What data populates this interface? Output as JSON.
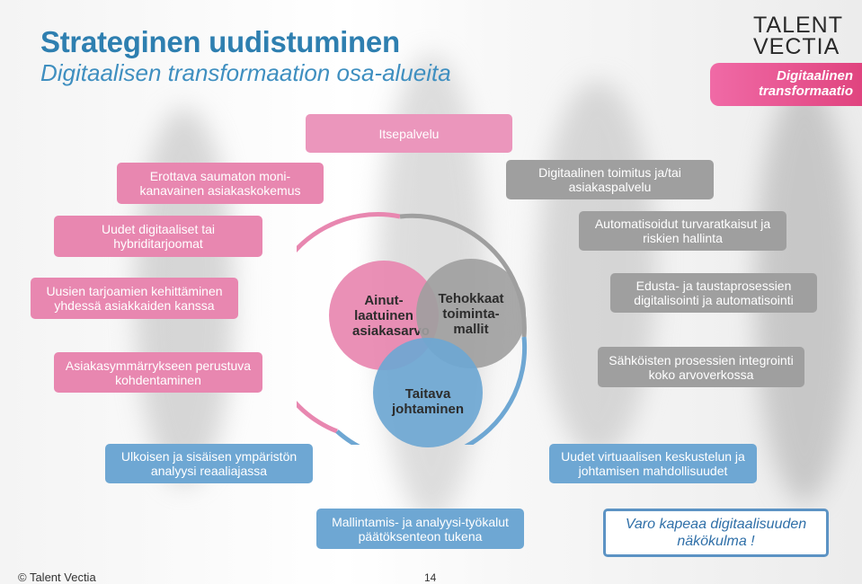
{
  "header": {
    "title": "Strateginen uudistuminen",
    "subtitle": "Digitaalisen transformaation osa-alueita",
    "logo_line1": "TALENT",
    "logo_line2": "VECTIA",
    "badge_line1": "Digitaalinen",
    "badge_line2": "transformaatio"
  },
  "top_box": "Itsepalvelu",
  "pink_boxes": [
    "Erottava saumaton moni-kanavainen asiakaskokemus",
    "Uudet digitaaliset tai hybriditarjoomat",
    "Uusien tarjoamien kehittäminen yhdessä asiakkaiden kanssa",
    "Asiakasymmärrykseen perustuva kohdentaminen"
  ],
  "grey_boxes": [
    "Digitaalinen toimitus ja/tai asiakaspalvelu",
    "Automatisoidut turvaratkaisut ja riskien hallinta",
    "Edusta- ja taustaprosessien digitalisointi ja automatisointi",
    "Sähköisten prosessien integrointi koko arvoverkossa"
  ],
  "blue_boxes": [
    "Ulkoisen ja sisäisen ympäristön analyysi reaaliajassa",
    "Uudet virtuaalisen keskustelun ja johtamisen mahdollisuudet",
    "Mallintamis- ja analyysi-työkalut päätöksenteon tukena"
  ],
  "circles": {
    "pink": "Ainut-laatuinen asiakasarvo",
    "grey": "Tehokkaat toiminta-mallit",
    "blue": "Taitava johtaminen"
  },
  "callout": "Varo kapeaa digitaalisuuden näkökulma !",
  "footer": {
    "copyright": "© Talent Vectia",
    "page_number": "14"
  },
  "colors": {
    "title": "#2e7fb0",
    "pink": "#e887b0",
    "grey": "#9f9f9f",
    "blue": "#6ea7d3",
    "badge": "#e0447f"
  }
}
